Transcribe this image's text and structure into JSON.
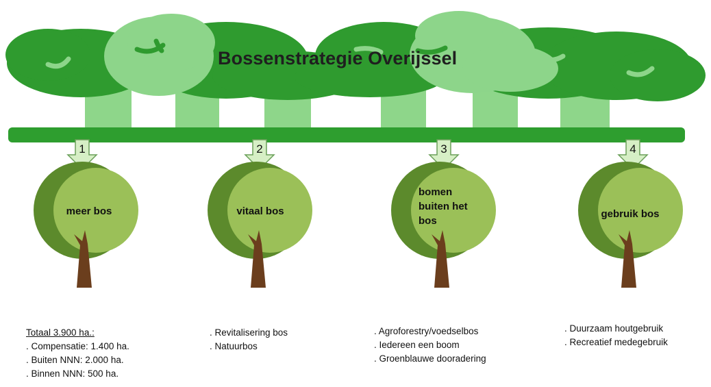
{
  "title": "Bossenstrategie Overijssel",
  "colors": {
    "canopy_dark": "#2f9b2f",
    "canopy_light": "#8dd58a",
    "trunk": "#8ed68a",
    "bar": "#2e9e2f",
    "arrow_fill": "#d6efc5",
    "arrow_stroke": "#6a9f59",
    "tree_dark": "#5c8a2c",
    "tree_light": "#9bc058",
    "tree_trunk": "#6b3e1d"
  },
  "pillars": [
    {
      "number": "1",
      "label": "meer bos",
      "list_title": "Totaal 3.900 ha.:",
      "items": [
        ". Compensatie: 1.400 ha.",
        ". Buiten NNN: 2.000 ha.",
        ". Binnen NNN: 500 ha."
      ]
    },
    {
      "number": "2",
      "label": "vitaal bos",
      "items": [
        ". Revitalisering bos",
        ". Natuurbos"
      ]
    },
    {
      "number": "3",
      "label_lines": [
        "bomen",
        "buiten het",
        "bos"
      ],
      "items": [
        ". Agroforestry/voedselbos",
        ". Iedereen een boom",
        ". Groenblauwe dooradering"
      ]
    },
    {
      "number": "4",
      "label": "gebruik bos",
      "items": [
        ". Duurzaam houtgebruik",
        ". Recreatief medegebruik"
      ]
    }
  ]
}
